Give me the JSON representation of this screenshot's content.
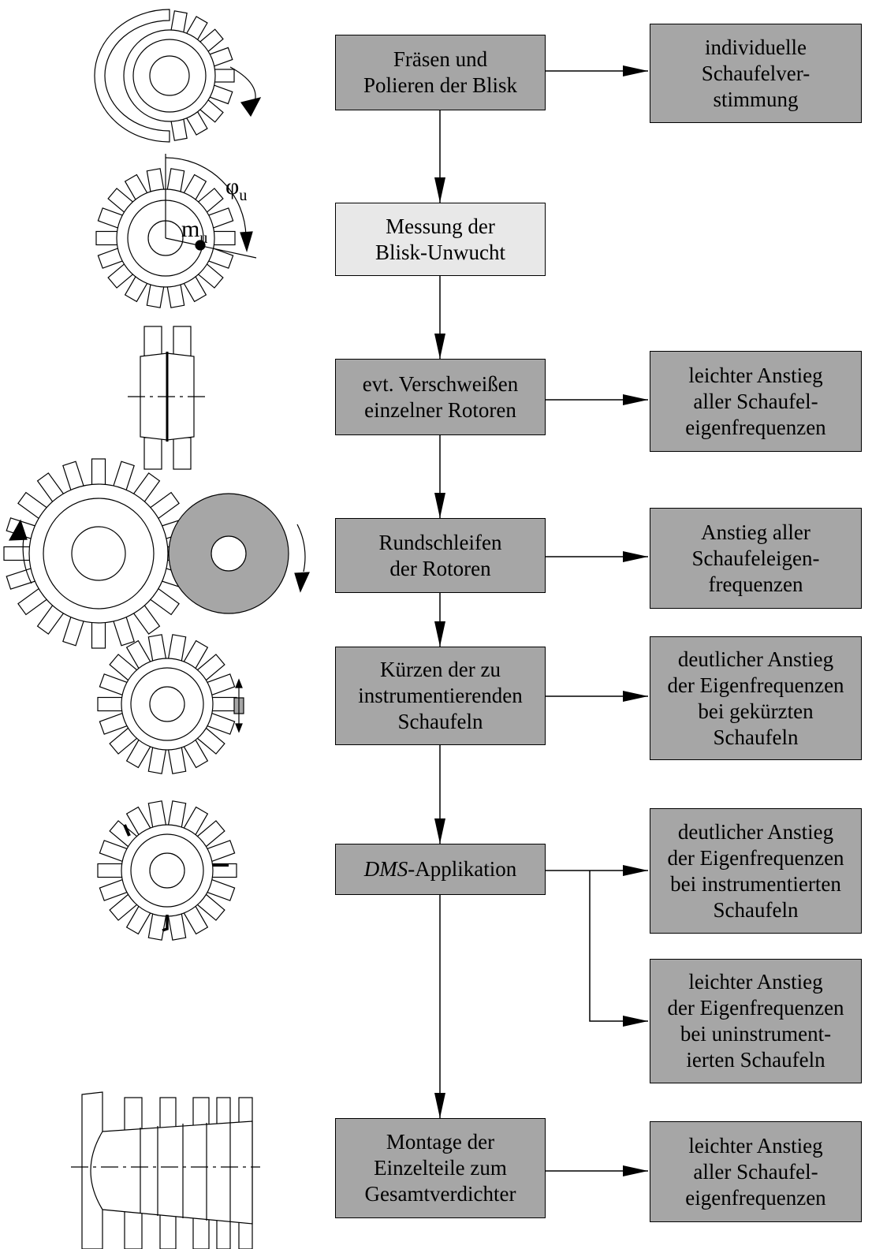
{
  "process_steps": [
    {
      "lines": [
        "Fräsen und",
        "Polieren der Blisk"
      ]
    },
    {
      "lines": [
        "Messung der",
        "Blisk-Unwucht"
      ]
    },
    {
      "lines": [
        "evt. Verschweißen",
        "einzelner Rotoren"
      ]
    },
    {
      "lines": [
        "Rundschleifen",
        "der Rotoren"
      ]
    },
    {
      "lines": [
        "Kürzen der zu",
        "instrumentierenden",
        "Schaufeln"
      ]
    },
    {
      "italic": "DMS",
      "rest": "-Applikation"
    },
    {
      "lines": [
        "Montage der",
        "Einzelteile zum",
        "Gesamtverdichter"
      ]
    }
  ],
  "effects": [
    {
      "lines": [
        "individuelle",
        "Schaufelver-",
        "stimmung"
      ]
    },
    {
      "lines": [
        "leichter Anstieg",
        "aller Schaufel-",
        "eigenfrequenzen"
      ]
    },
    {
      "lines": [
        "Anstieg aller",
        "Schaufeleigen-",
        "frequenzen"
      ]
    },
    {
      "lines": [
        "deutlicher Anstieg",
        "der Eigenfrequenzen",
        "bei gekürzten",
        "Schaufeln"
      ]
    },
    {
      "lines": [
        "deutlicher Anstieg",
        "der Eigenfrequenzen",
        "bei instrumentierten",
        "Schaufeln"
      ]
    },
    {
      "lines": [
        "leichter Anstieg",
        "der Eigenfrequenzen",
        "bei uninstrument-",
        "ierten Schaufeln"
      ]
    },
    {
      "lines": [
        "leichter Anstieg",
        "aller Schaufel-",
        "eigenfrequenzen"
      ]
    }
  ],
  "symbols": {
    "phi": "φ",
    "phi_sub": "u",
    "m": "m",
    "m_sub": "u"
  },
  "colors": {
    "box_dark": "#a6a6a6",
    "box_light": "#e8e8e8",
    "line": "#000000"
  }
}
